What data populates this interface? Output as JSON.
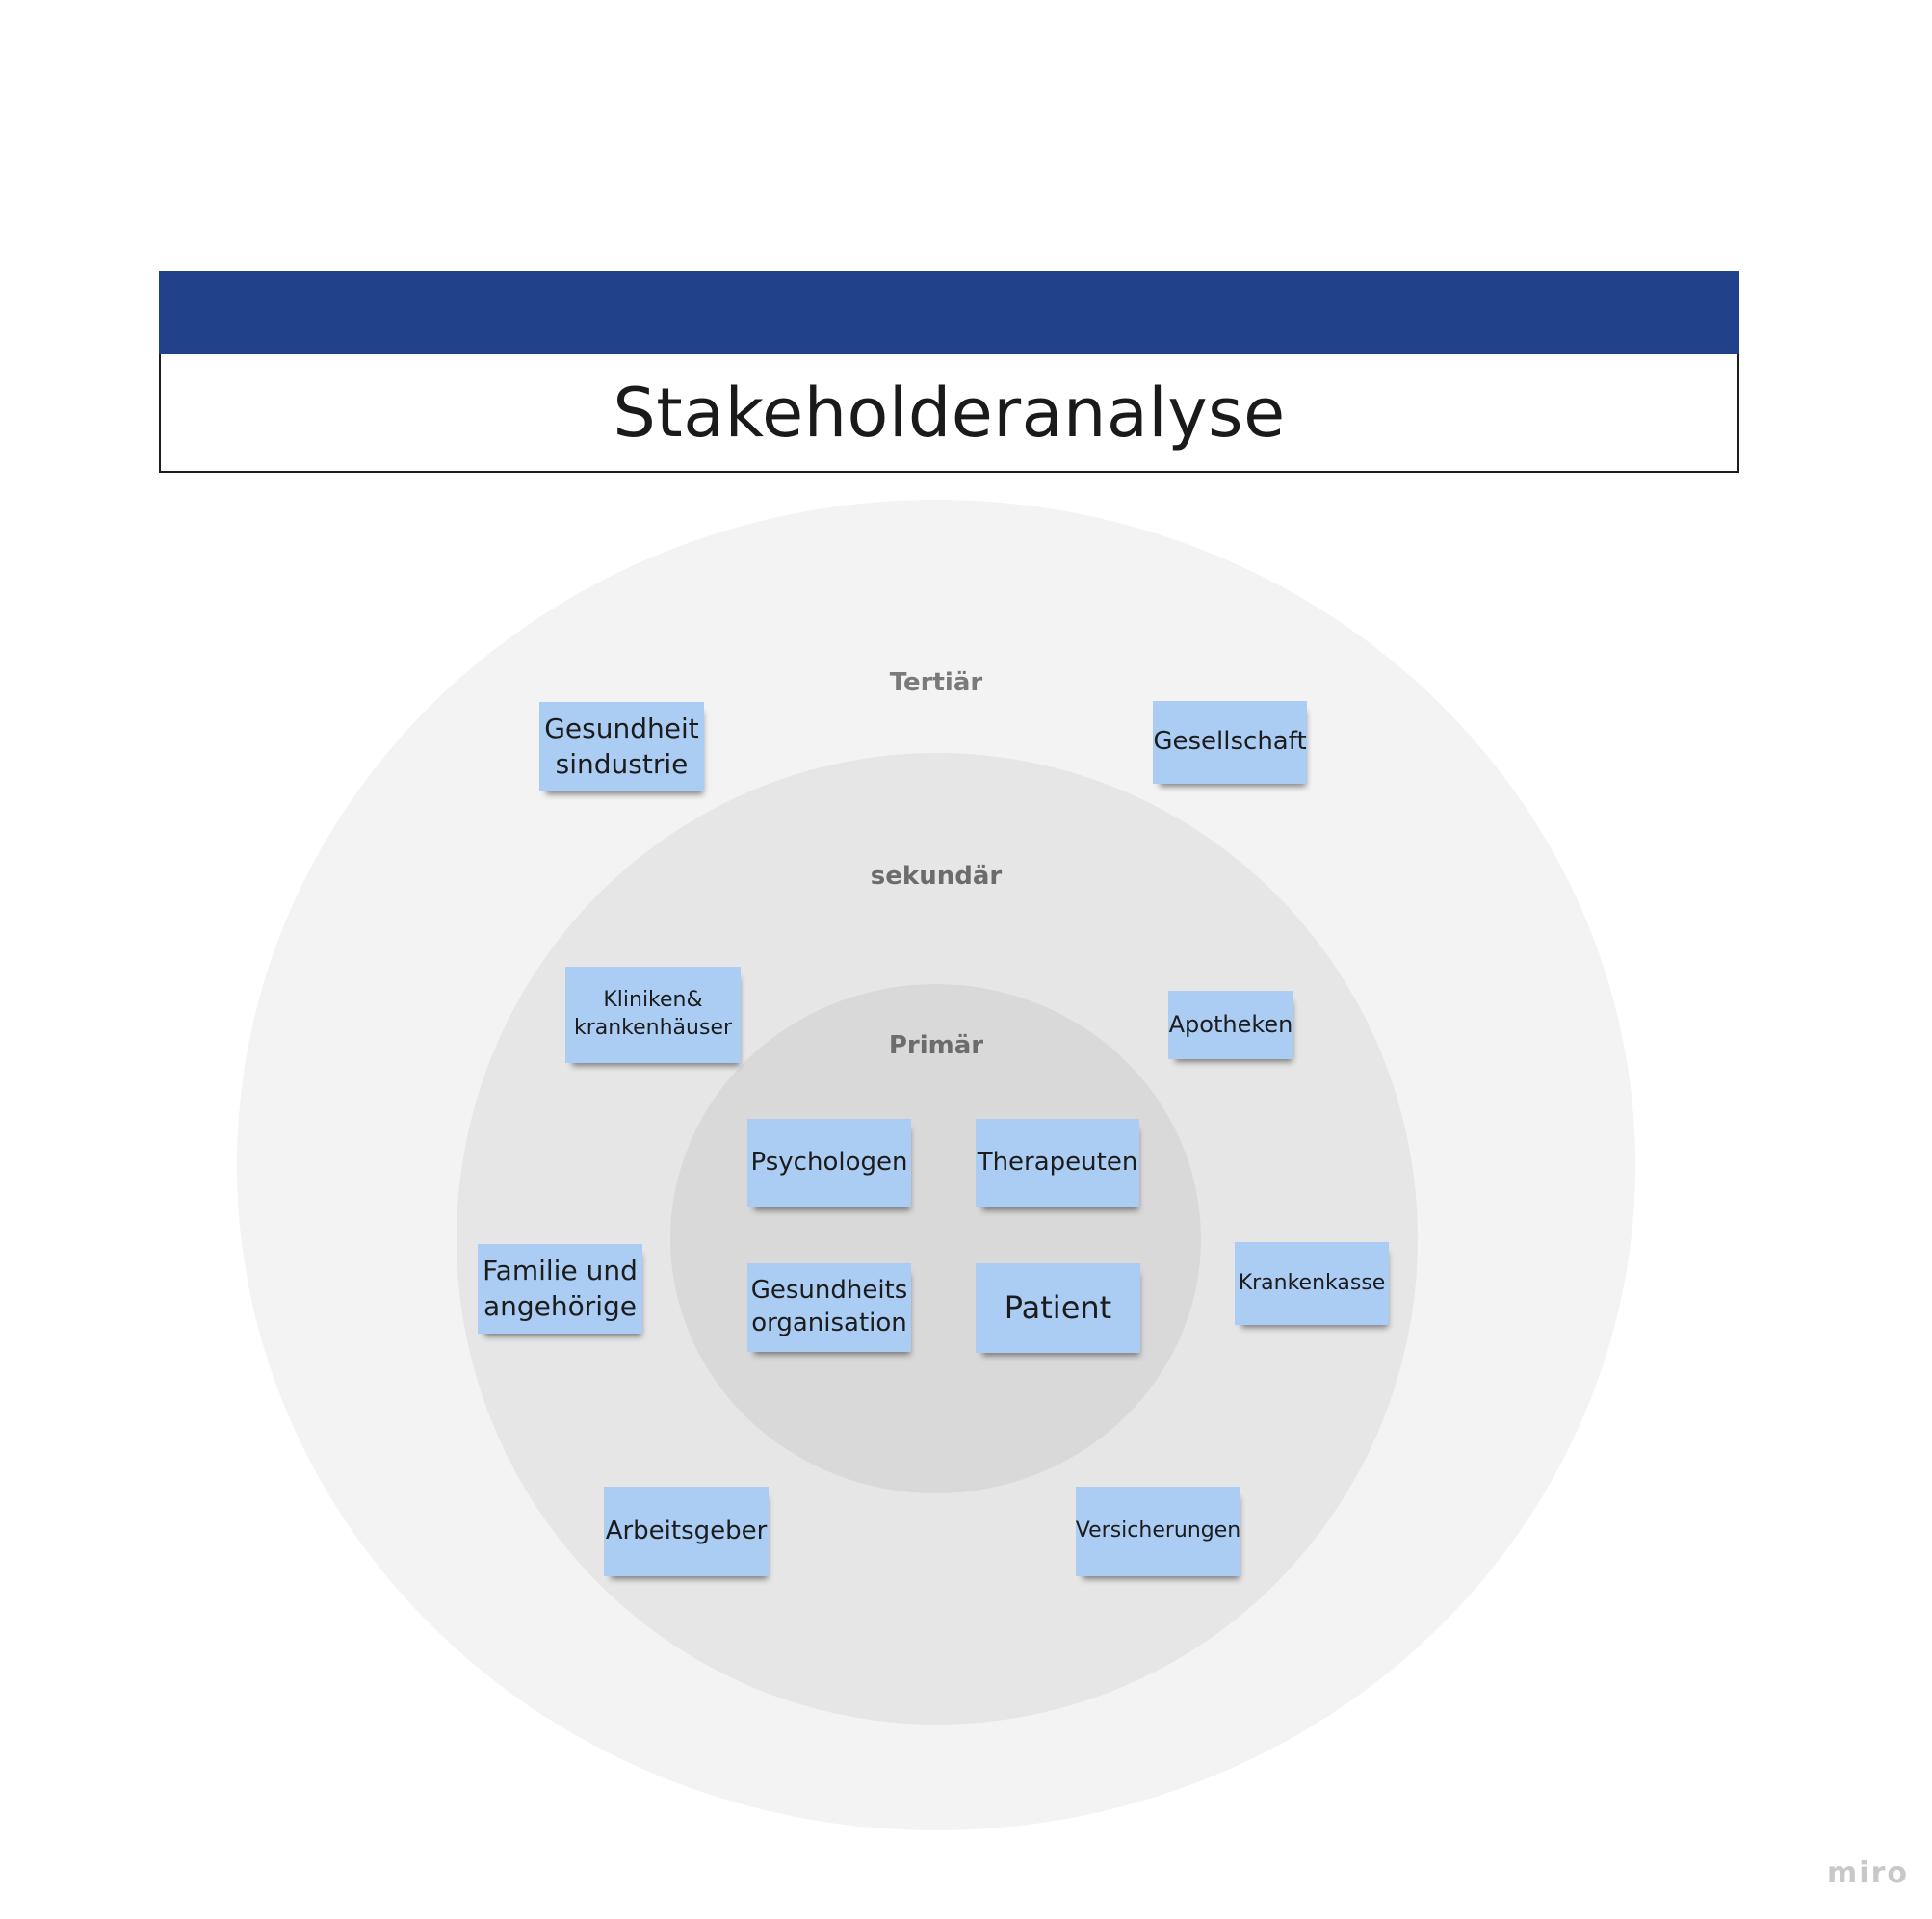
{
  "header": {
    "title": "Stakeholderanalyse"
  },
  "rings": {
    "tertiary": "Tertiär",
    "secondary": "sekundär",
    "primary": "Primär"
  },
  "notes": {
    "gesundheitsindustrie": "Gesundheit\nsindustrie",
    "gesellschaft": "Gesellschaft",
    "kliniken": "Kliniken&\nkrankenhäuser",
    "apotheken": "Apotheken",
    "psychologen": "Psychologen",
    "therapeuten": "Therapeuten",
    "familie": "Familie und\nangehörige",
    "gesundheitsorganisation": "Gesundheits\norganisation",
    "patient": "Patient",
    "krankenkasse": "Krankenkasse",
    "arbeitsgeber": "Arbeitsgeber",
    "versicherungen": "Versicherungen"
  },
  "colors": {
    "header": "#1f428a",
    "sticky_note": "#abcdf4",
    "ring_tertiary": "#f3f3f3",
    "ring_secondary": "#e6e6e6",
    "ring_primary": "#d9d9d9"
  },
  "watermark": "miro"
}
